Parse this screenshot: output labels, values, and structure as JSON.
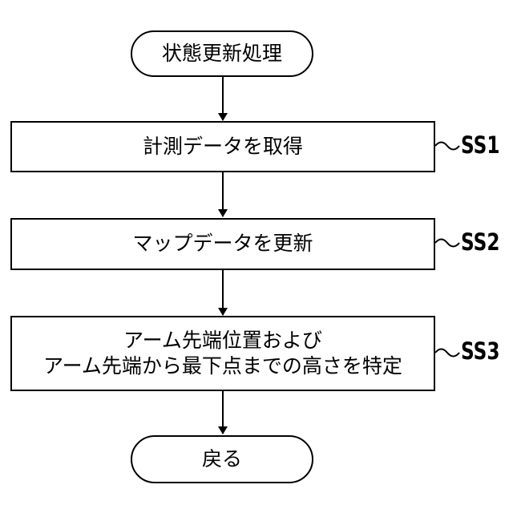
{
  "flowchart": {
    "start": "状態更新処理",
    "steps": [
      {
        "id": "SS1",
        "text": "計測データを取得"
      },
      {
        "id": "SS2",
        "text": "マップデータを更新"
      },
      {
        "id": "SS3",
        "line1": "アーム先端位置および",
        "line2": "アーム先端から最下点までの高さを特定"
      }
    ],
    "end": "戻る"
  }
}
